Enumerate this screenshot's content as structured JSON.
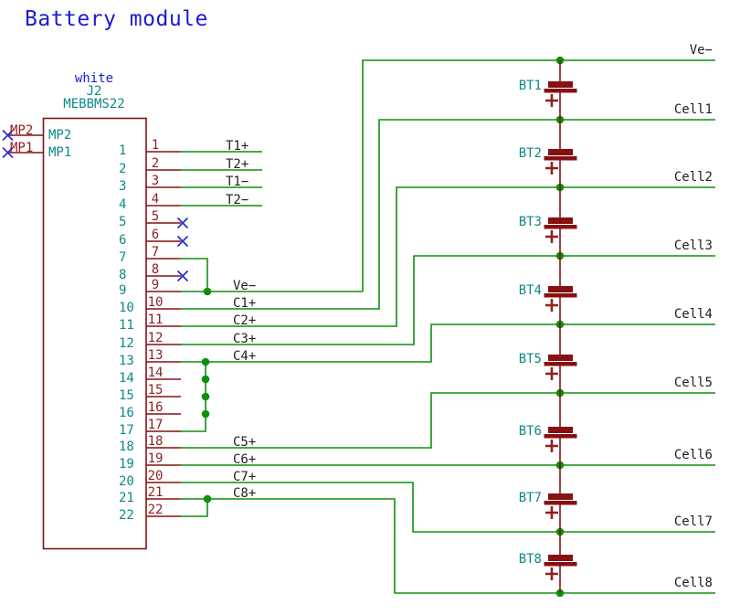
{
  "title": "Battery module",
  "connector": {
    "extra_field": "white",
    "reference": "J2",
    "value": "MEBBMS22",
    "left_pins": [
      {
        "number": "MP2",
        "name": "MP2",
        "no_connect": true
      },
      {
        "number": "MP1",
        "name": "MP1",
        "no_connect": true
      }
    ],
    "right_pins": [
      {
        "number": "1",
        "name": "1",
        "net_label": "T1+"
      },
      {
        "number": "2",
        "name": "2",
        "net_label": "T2+"
      },
      {
        "number": "3",
        "name": "3",
        "net_label": "T1−"
      },
      {
        "number": "4",
        "name": "4",
        "net_label": "T2−"
      },
      {
        "number": "5",
        "name": "5",
        "no_connect": true
      },
      {
        "number": "6",
        "name": "6",
        "no_connect": true
      },
      {
        "number": "7",
        "name": "7"
      },
      {
        "number": "8",
        "name": "8",
        "no_connect": true
      },
      {
        "number": "9",
        "name": "9",
        "net_label": "Ve−"
      },
      {
        "number": "10",
        "name": "10",
        "net_label": "C1+"
      },
      {
        "number": "11",
        "name": "11",
        "net_label": "C2+"
      },
      {
        "number": "12",
        "name": "12",
        "net_label": "C3+"
      },
      {
        "number": "13",
        "name": "13",
        "net_label": "C4+"
      },
      {
        "number": "14",
        "name": "14"
      },
      {
        "number": "15",
        "name": "15"
      },
      {
        "number": "16",
        "name": "16"
      },
      {
        "number": "17",
        "name": "17"
      },
      {
        "number": "18",
        "name": "18",
        "net_label": "C5+"
      },
      {
        "number": "19",
        "name": "19",
        "net_label": "C6+"
      },
      {
        "number": "20",
        "name": "20",
        "net_label": "C7+"
      },
      {
        "number": "21",
        "name": "21",
        "net_label": "C8+"
      },
      {
        "number": "22",
        "name": "22"
      }
    ]
  },
  "batteries": [
    {
      "ref": "BT1"
    },
    {
      "ref": "BT2"
    },
    {
      "ref": "BT3"
    },
    {
      "ref": "BT4"
    },
    {
      "ref": "BT5"
    },
    {
      "ref": "BT6"
    },
    {
      "ref": "BT7"
    },
    {
      "ref": "BT8"
    }
  ],
  "rails": {
    "top": "Ve−",
    "cells": [
      "Cell1",
      "Cell2",
      "Cell3",
      "Cell4",
      "Cell5",
      "Cell6",
      "Cell7",
      "Cell8"
    ]
  },
  "colors": {
    "wire": "#0e8f0e",
    "component": "#871111",
    "pin_number": "#8f2020",
    "pin_name": "#0d8888",
    "net_label": "#1f1f1f",
    "notes_blue": "#1b1bd0",
    "no_connect_blue": "#2a2ad0"
  }
}
